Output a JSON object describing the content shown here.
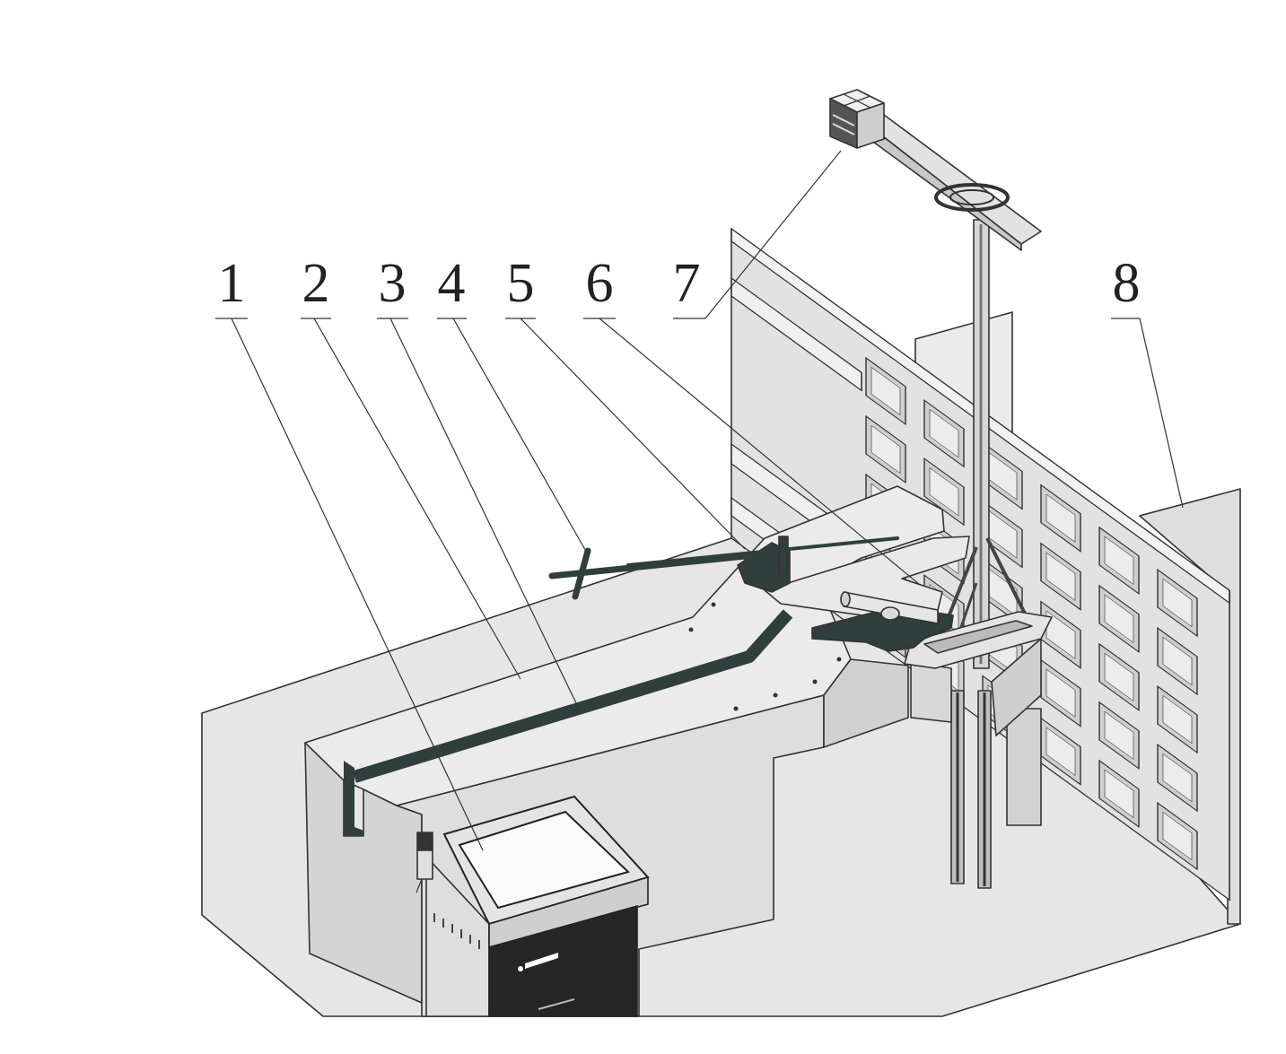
{
  "labels": [
    "1",
    "2",
    "3",
    "4",
    "5",
    "6",
    "7",
    "8"
  ],
  "colors": {
    "line": "#333333",
    "dark_part": "#2f3f3c",
    "surface": "#e6e6e6",
    "cabinet_body": "#262626"
  }
}
